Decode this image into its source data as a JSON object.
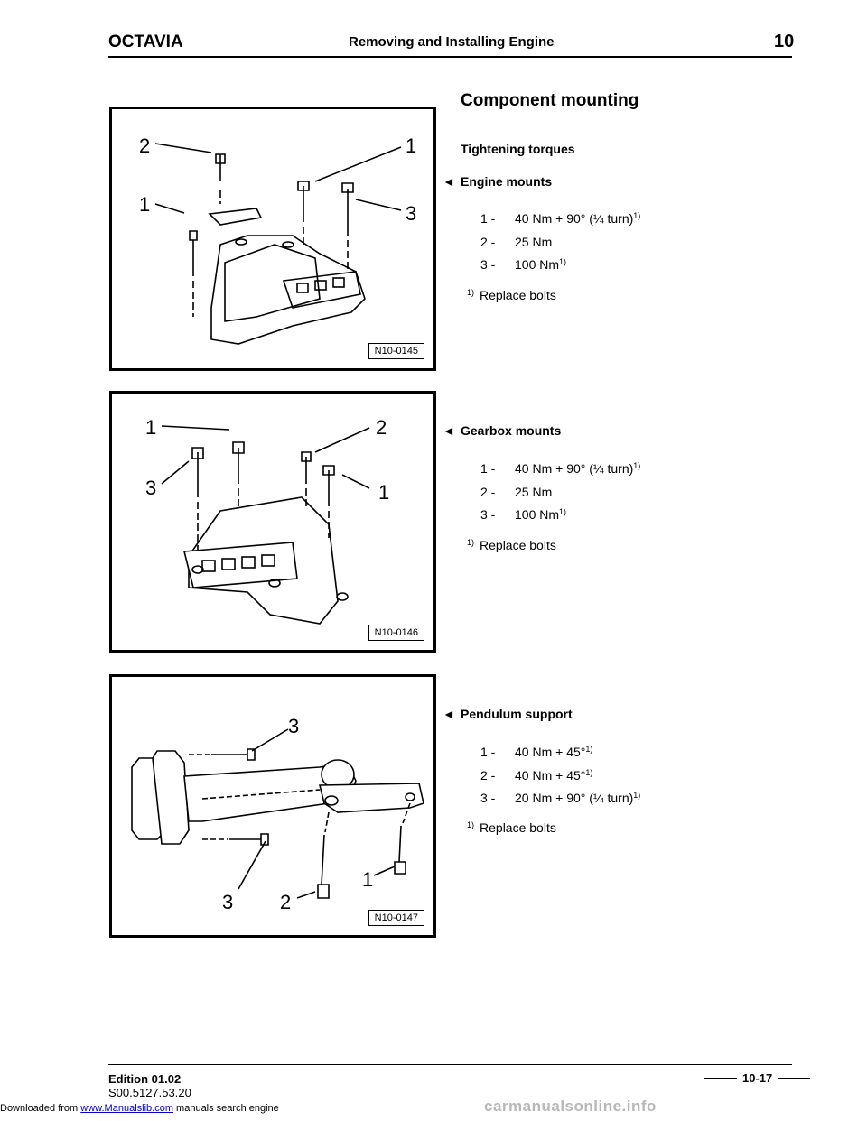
{
  "header": {
    "model": "OCTAVIA",
    "title": "Removing and Installing Engine",
    "chapter": "10"
  },
  "section_title": "Component mounting",
  "subheading": "Tightening torques",
  "arrow_glyph": "◄",
  "groups": [
    {
      "heading": "Engine mounts",
      "figure_label": "N10-0145",
      "callouts": [
        "2",
        "1",
        "1",
        "3"
      ],
      "rows": [
        {
          "num": "1 -",
          "value": "40 Nm + 90° (¼ turn)",
          "sup": "1)"
        },
        {
          "num": "2 -",
          "value": "25 Nm",
          "sup": ""
        },
        {
          "num": "3 -",
          "value": "100 Nm",
          "sup": "1)"
        }
      ],
      "note_sup": "1)",
      "note": "Replace bolts"
    },
    {
      "heading": "Gearbox mounts",
      "figure_label": "N10-0146",
      "callouts": [
        "1",
        "2",
        "3",
        "1"
      ],
      "rows": [
        {
          "num": "1 -",
          "value": "40 Nm + 90° (¼ turn)",
          "sup": "1)"
        },
        {
          "num": "2 -",
          "value": "25 Nm",
          "sup": ""
        },
        {
          "num": "3 -",
          "value": "100 Nm",
          "sup": "1)"
        }
      ],
      "note_sup": "1)",
      "note": "Replace bolts"
    },
    {
      "heading": "Pendulum support",
      "figure_label": "N10-0147",
      "callouts": [
        "3",
        "1",
        "3",
        "2"
      ],
      "rows": [
        {
          "num": "1 -",
          "value": "40 Nm + 45°",
          "sup": "1)"
        },
        {
          "num": "2 -",
          "value": "40 Nm + 45°",
          "sup": "1)"
        },
        {
          "num": "3 -",
          "value": "20 Nm + 90° (¼ turn)",
          "sup": "1)"
        }
      ],
      "note_sup": "1)",
      "note": "Replace bolts"
    }
  ],
  "footer": {
    "edition": "Edition 01.02",
    "code": "S00.5127.53.20",
    "page": "10-17"
  },
  "download": {
    "prefix": "Downloaded from",
    "link": "www.Manualslib.com",
    "suffix": "manuals search engine"
  },
  "watermark": "carmanualsonline.info"
}
